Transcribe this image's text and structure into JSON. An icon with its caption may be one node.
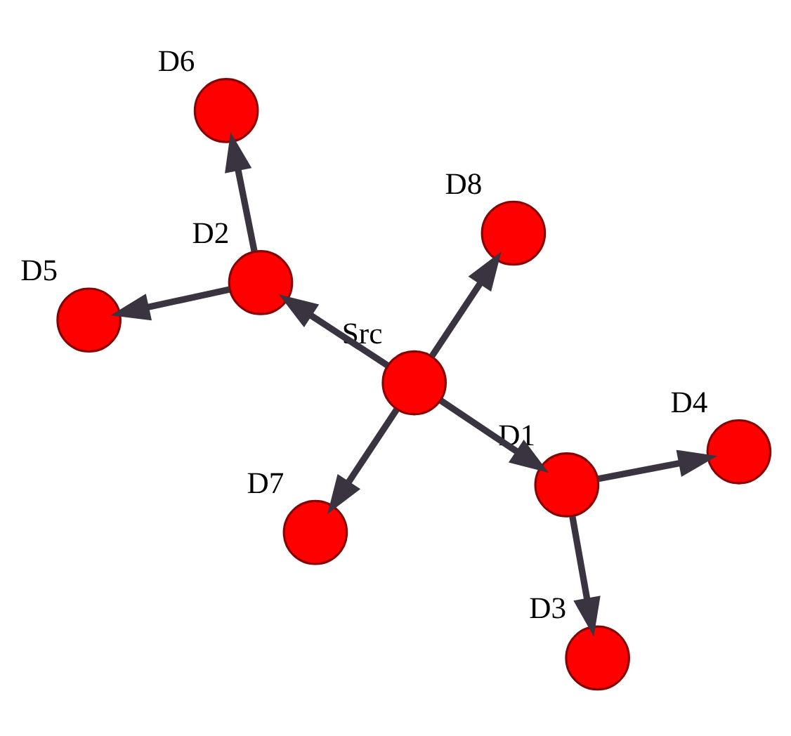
{
  "diagram": {
    "nodes": [
      {
        "text": [],
        "shape": "circle",
        "beside": [
          "D5"
        ]
      },
      {
        "text": [],
        "shape": "circle",
        "beside": [
          "D8"
        ]
      },
      {
        "text": [],
        "shape": "circle",
        "beside": [
          "D2"
        ]
      },
      {
        "text": [],
        "shape": "circle",
        "beside": [
          "D6"
        ]
      },
      {
        "text": [],
        "shape": "circle",
        "beside": [
          "Src"
        ]
      },
      {
        "text": [],
        "shape": "circle",
        "beside": [
          "D1"
        ]
      },
      {
        "text": [],
        "shape": "circle",
        "beside": [
          "D7"
        ]
      },
      {
        "text": [],
        "shape": "circle",
        "beside": [
          "D4"
        ]
      },
      {
        "text": [],
        "shape": "circle",
        "beside": [
          "D3"
        ]
      }
    ],
    "edges": [
      {
        "from": 4,
        "to": 1,
        "arrow": "to"
      },
      {
        "from": 4,
        "to": 2,
        "arrow": "to"
      },
      {
        "from": 4,
        "to": 6,
        "arrow": "to"
      },
      {
        "from": 4,
        "to": 5,
        "arrow": "to"
      },
      {
        "from": 2,
        "to": 0,
        "arrow": "to"
      },
      {
        "from": 2,
        "to": 3,
        "arrow": "to"
      },
      {
        "from": 5,
        "to": 8,
        "arrow": "to"
      },
      {
        "from": 5,
        "to": 7,
        "arrow": "to"
      }
    ]
  }
}
